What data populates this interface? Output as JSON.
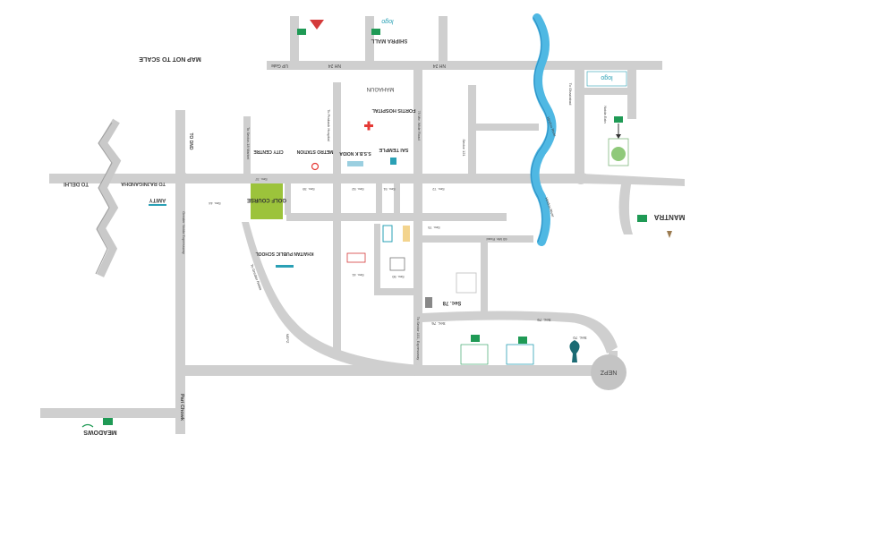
{
  "colors": {
    "background": "#ffffff",
    "road": "#cfcfcf",
    "river": "#4fb8e3",
    "river_edge": "#2c8fc4",
    "marker": "#1f9a55",
    "golf": "#9cc33b",
    "hospital_cross": "#e53935",
    "brand_teal": "#2aa0b5",
    "circle_road": "#c4c4c4"
  },
  "map": {
    "notice": "MAP NOT TO SCALE",
    "labels": {
      "to_delhi": "TO DELHI",
      "to_rajnigandha": "TO RAJNIGANDHA",
      "to_dnd": "TO DND",
      "amity": "AMITY",
      "metro_station": "METRO STATION",
      "city_centre": "CITY CENTRE",
      "ssb_noida": "S.S.B.K NOIDA",
      "sai_temple": "SAI TEMPLE",
      "fortis_hospital": "FORTIS HOSPITAL",
      "shipra_mall": "SHIPRA MALL",
      "golf_course": "GOLF COURSE",
      "khaitan_school": "KHAITAN PUBLIC SCHOOL",
      "sec_18": "Sec. 18",
      "sec_37": "Sec. 37",
      "sec_39": "Sec. 39",
      "sec_41": "Sec. 41",
      "sec_44": "Sec. 44",
      "sec_50": "Sec. 50",
      "sec_51": "Sec. 51",
      "sec_52": "Sec. 52",
      "sec_72": "Sec. 72",
      "sec_75": "Sec. 75",
      "sec_76": "Sec. 76",
      "sec_78": "Sec. 78",
      "sec_79": "Sec. 79",
      "sec_70": "Sec. 70",
      "sec_121": "Sector 121",
      "nh24": "NH 24",
      "up_gate": "UP Gate",
      "nepz_circle": "NEPZ",
      "nepz_road": "NEPZ",
      "pari_chowk": "Pari Chowk",
      "mantra": "MANTRA",
      "meadows": "MEADOWS",
      "to_greater_noida": "To Greater Noida",
      "greater_noida_expressway": "Greater Noida Expressway",
      "to_sector_18_market": "To Sector-18 Market",
      "to_prakash_hospital": "To Prakash Hospital",
      "mahagun": "MAHAGUN",
      "to_sector_101_expressway": "To Sector 101, Expressway",
      "seventy_five_mtr_wide_road": "75 Mtr. Wide Road",
      "sixty_mtr_road": "60 Mtr. Road",
      "hindon_river": "Hindon River",
      "to_gzb": "To Ghaziabad",
      "noida_ext": "Noida Extn"
    }
  }
}
